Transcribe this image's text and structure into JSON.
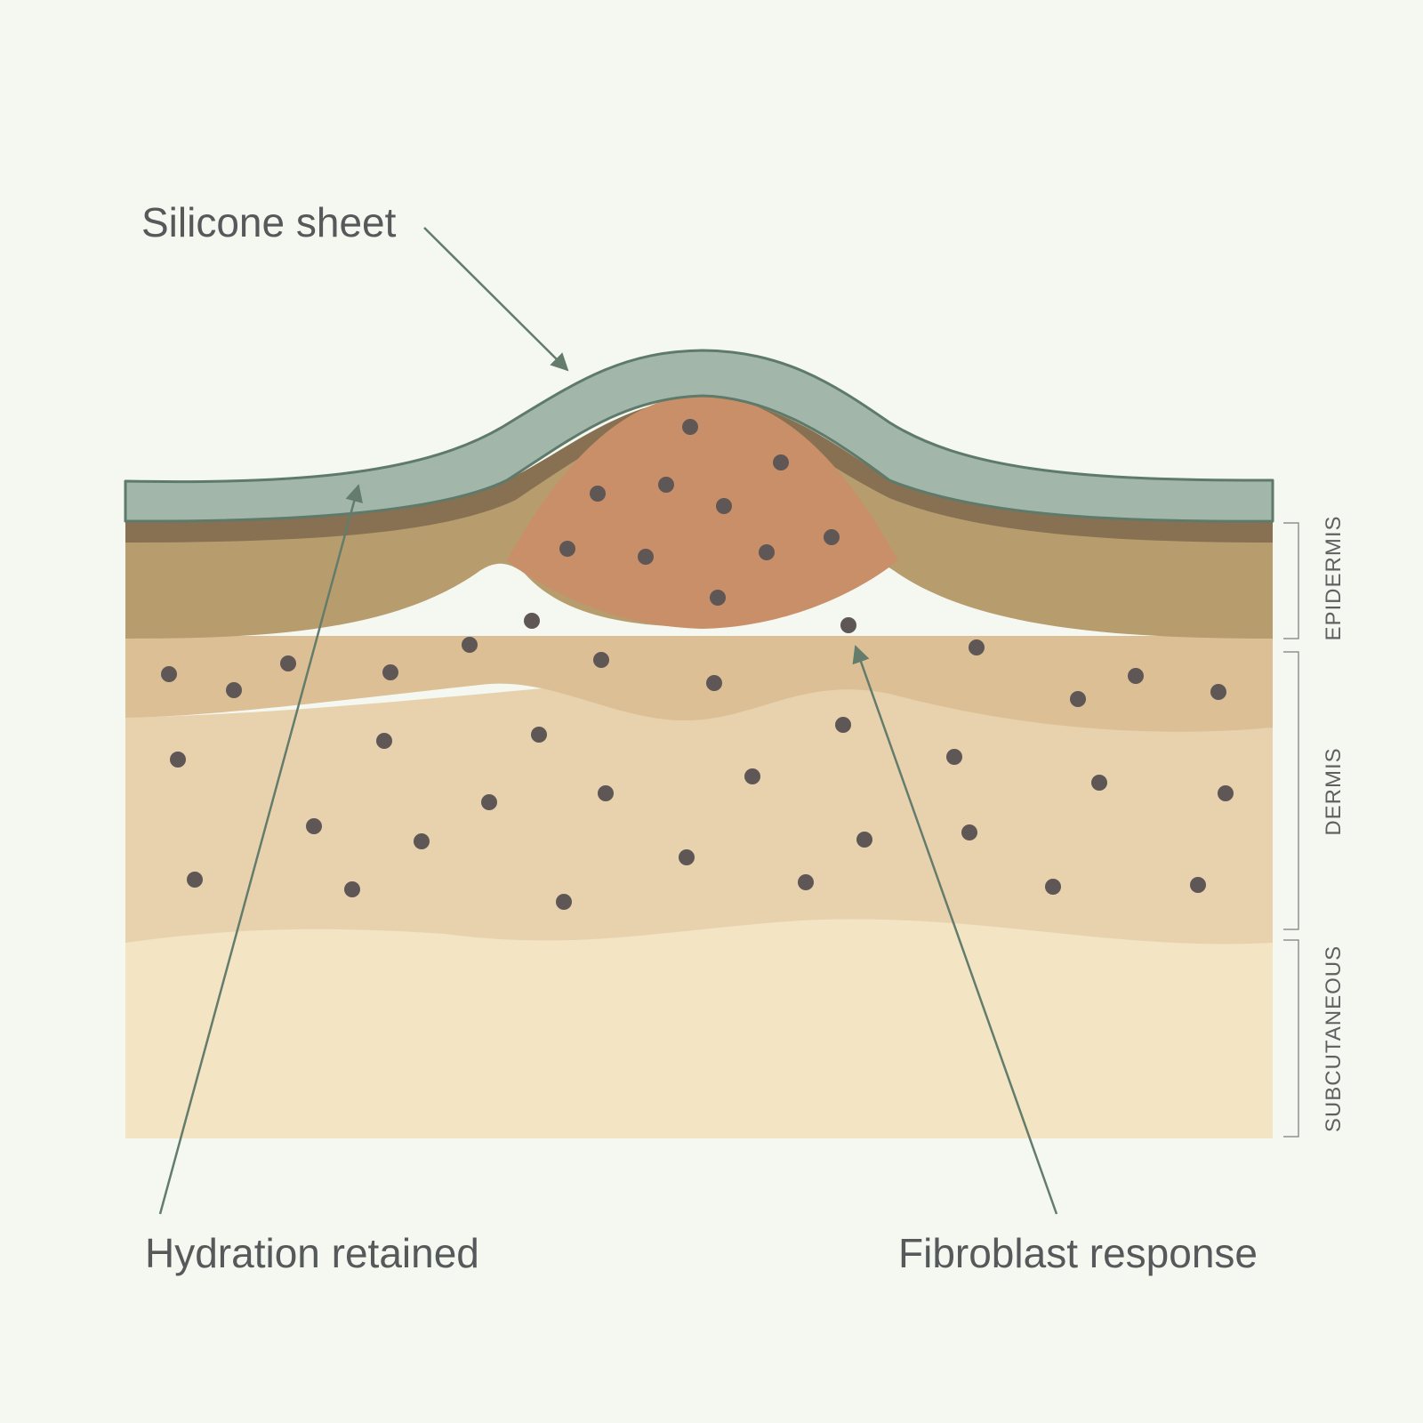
{
  "colors": {
    "background": "#f5f7f1",
    "silicone_fill": "#a2b7aa",
    "silicone_stroke": "#5e7a6a",
    "arrow": "#637c6c",
    "scar": "#c98f68",
    "epidermis": "#b79c6e",
    "epidermis_dark": "#7f6a4d",
    "dermis_upper": "#dcbf94",
    "dermis": "#e8d2ae",
    "subcutaneous": "#f3e4c3",
    "cell_dot": "#5e5756",
    "bracket": "#8f9490"
  },
  "labels": {
    "silicone": "Silicone sheet",
    "hydration": "Hydration retained",
    "fibroblast": "Fibroblast response"
  },
  "layers": {
    "epidermis": "EPIDERMIS",
    "dermis": "DERMIS",
    "subcutaneous": "SUBCUTANEOUS"
  }
}
